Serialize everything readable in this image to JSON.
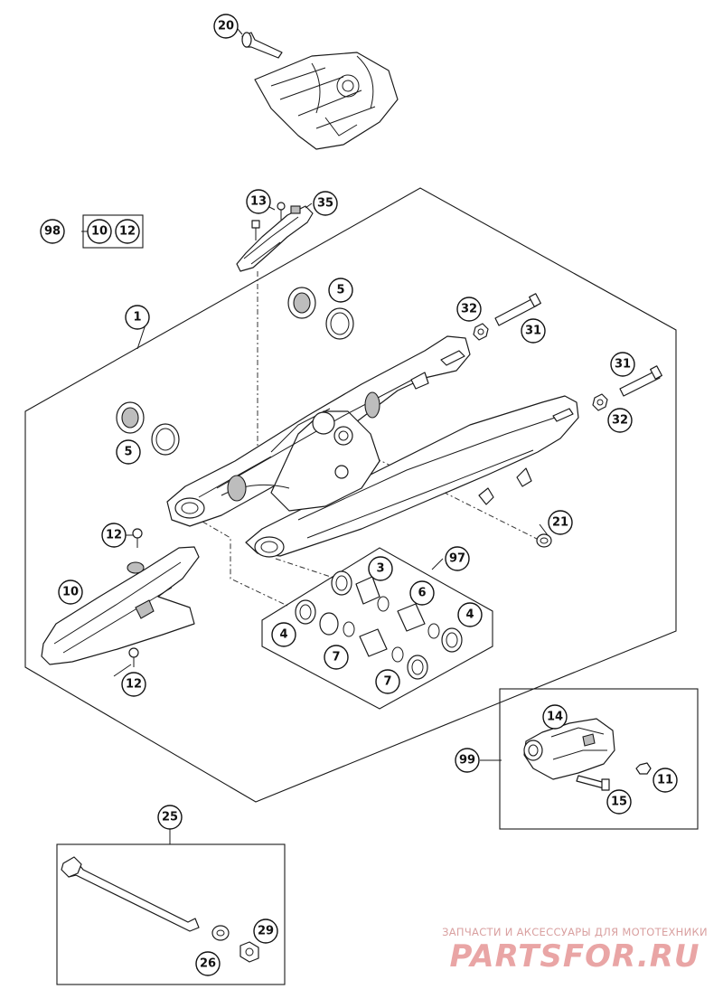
{
  "callouts": {
    "c20": "20",
    "c13": "13",
    "c35": "35",
    "c98": "98",
    "c10a": "10",
    "c12a": "12",
    "c1": "1",
    "c5a": "5",
    "c5b": "5",
    "c32a": "32",
    "c31a": "31",
    "c31b": "31",
    "c32b": "32",
    "c21": "21",
    "c12b": "12",
    "c10b": "10",
    "c12c": "12",
    "c3": "3",
    "c97": "97",
    "c6": "6",
    "c4a": "4",
    "c4b": "4",
    "c7a": "7",
    "c7b": "7",
    "c14": "14",
    "c99": "99",
    "c11": "11",
    "c15": "15",
    "c25": "25",
    "c29": "29",
    "c26": "26"
  },
  "watermark": {
    "tagline": "ЗАПЧАСТИ И АКСЕССУАРЫ ДЛЯ МОТОТЕХНИКИ",
    "logo": "PARTSFOR.RU"
  },
  "colors": {
    "line": "#1a1a1a",
    "shade": "#bdbdbd",
    "watermark": "#e9a5a5"
  }
}
